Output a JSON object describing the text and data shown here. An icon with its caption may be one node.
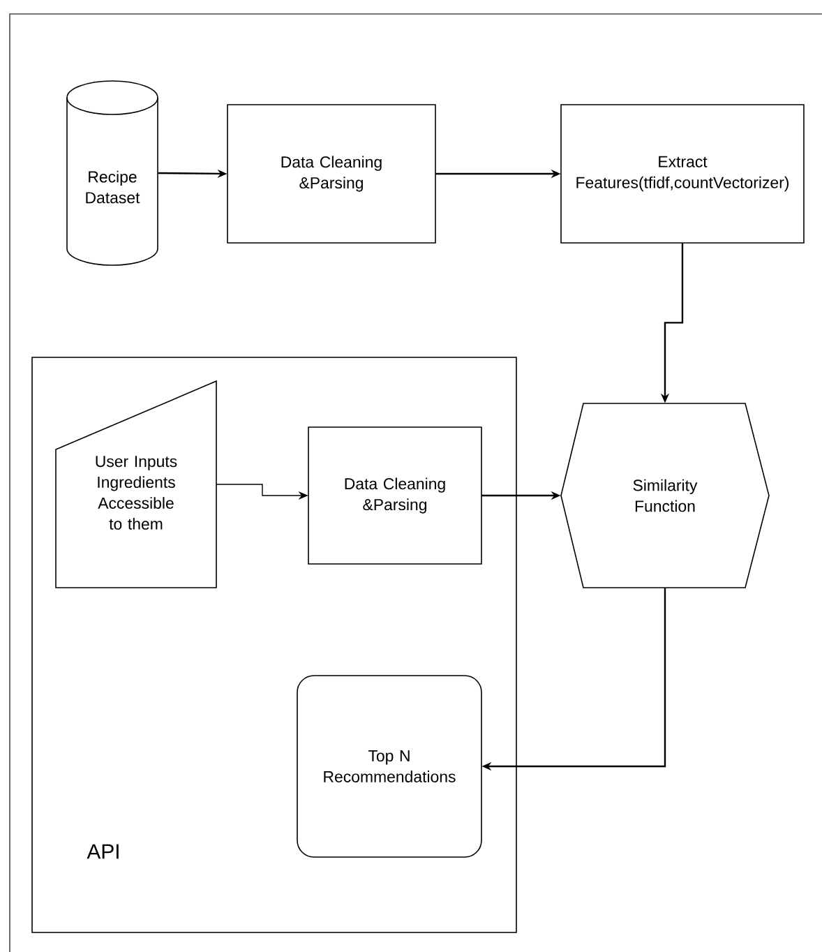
{
  "diagram": {
    "nodes": [
      {
        "text": [
          "API"
        ]
      },
      {
        "text": [
          "Recipe Dataset"
        ]
      },
      {
        "text": [
          "Data Cleaning &Parsing"
        ]
      },
      {
        "text": [
          "Extract Features(tfidf,countVectorizer)"
        ]
      },
      {
        "text": [
          "User Inputs Ingredients Accessible to them"
        ],
        "in": 0
      },
      {
        "text": [
          "Data Cleaning &Parsing"
        ],
        "in": 0
      },
      {
        "text": [
          "Similarity Function"
        ]
      },
      {
        "text": [
          "Top N Recommendations"
        ],
        "in": 0
      }
    ],
    "edges": [
      {
        "from": 1,
        "to": 2,
        "arrow": "to"
      },
      {
        "from": 2,
        "to": 3,
        "arrow": "to"
      },
      {
        "from": 3,
        "to": 6,
        "arrow": "to"
      },
      {
        "from": 4,
        "to": 5,
        "arrow": "to"
      },
      {
        "from": 5,
        "to": 6,
        "arrow": "to"
      },
      {
        "from": 6,
        "to": 7,
        "arrow": "to"
      }
    ]
  }
}
